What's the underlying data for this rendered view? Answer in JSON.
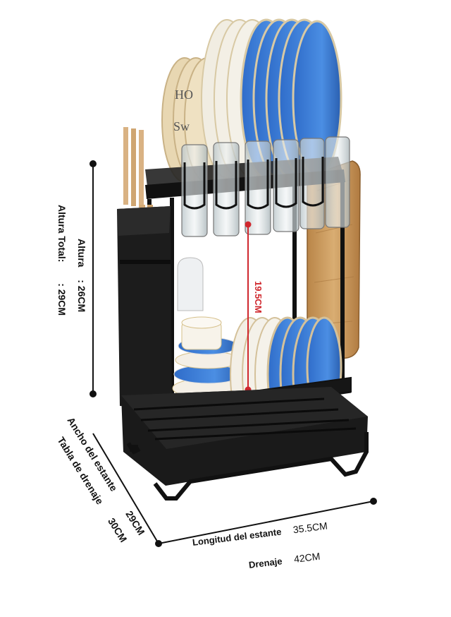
{
  "product": {
    "name": "dish-drying-rack-two-tier",
    "colors": {
      "frame": "#1a1a1a",
      "plate_blue": "#3f7fd6",
      "plate_white": "#f2f0ea",
      "plate_beige": "#e8d9b8",
      "wood": "#c8995e",
      "accent_red": "#d0282e",
      "glass": "#c9d3d6"
    }
  },
  "dimensions": {
    "height_label": "Altura",
    "height_value": ": 26CM",
    "total_height_label": "Altura Total:",
    "total_height_value": ": 29CM",
    "inner_height_value": "19.5CM",
    "shelf_width_label": "Ancho del estante",
    "shelf_width_value": "29CM",
    "tray_width_label": "Tabla de drenaje",
    "tray_width_value": "30CM",
    "shelf_length_label": "Longitud del estante",
    "shelf_length_value": "35.5CM",
    "tray_length_label": "Drenaje",
    "tray_length_value": "42CM"
  }
}
